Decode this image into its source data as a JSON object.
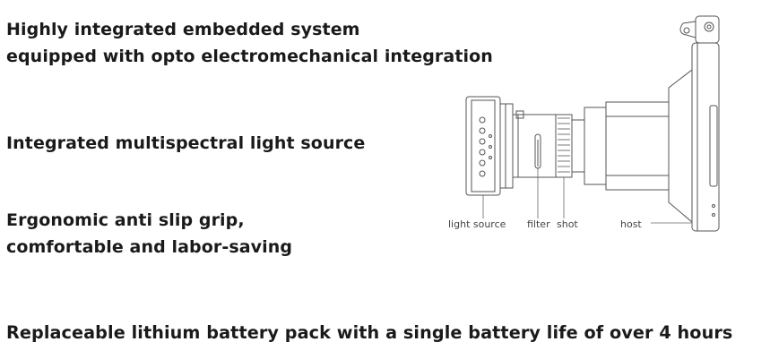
{
  "features": {
    "f1": [
      "Highly integrated embedded system",
      "equipped with opto electromechanical integration"
    ],
    "f2": [
      "Integrated multispectral light source"
    ],
    "f3": [
      "Ergonomic anti slip grip,",
      "comfortable and labor-saving"
    ],
    "f4": [
      "Replaceable lithium battery pack with a single battery life of over 4 hours"
    ]
  },
  "diagram": {
    "labels": {
      "light_source": "light source",
      "filter": "filter",
      "shot": "shot",
      "host": "host"
    }
  }
}
